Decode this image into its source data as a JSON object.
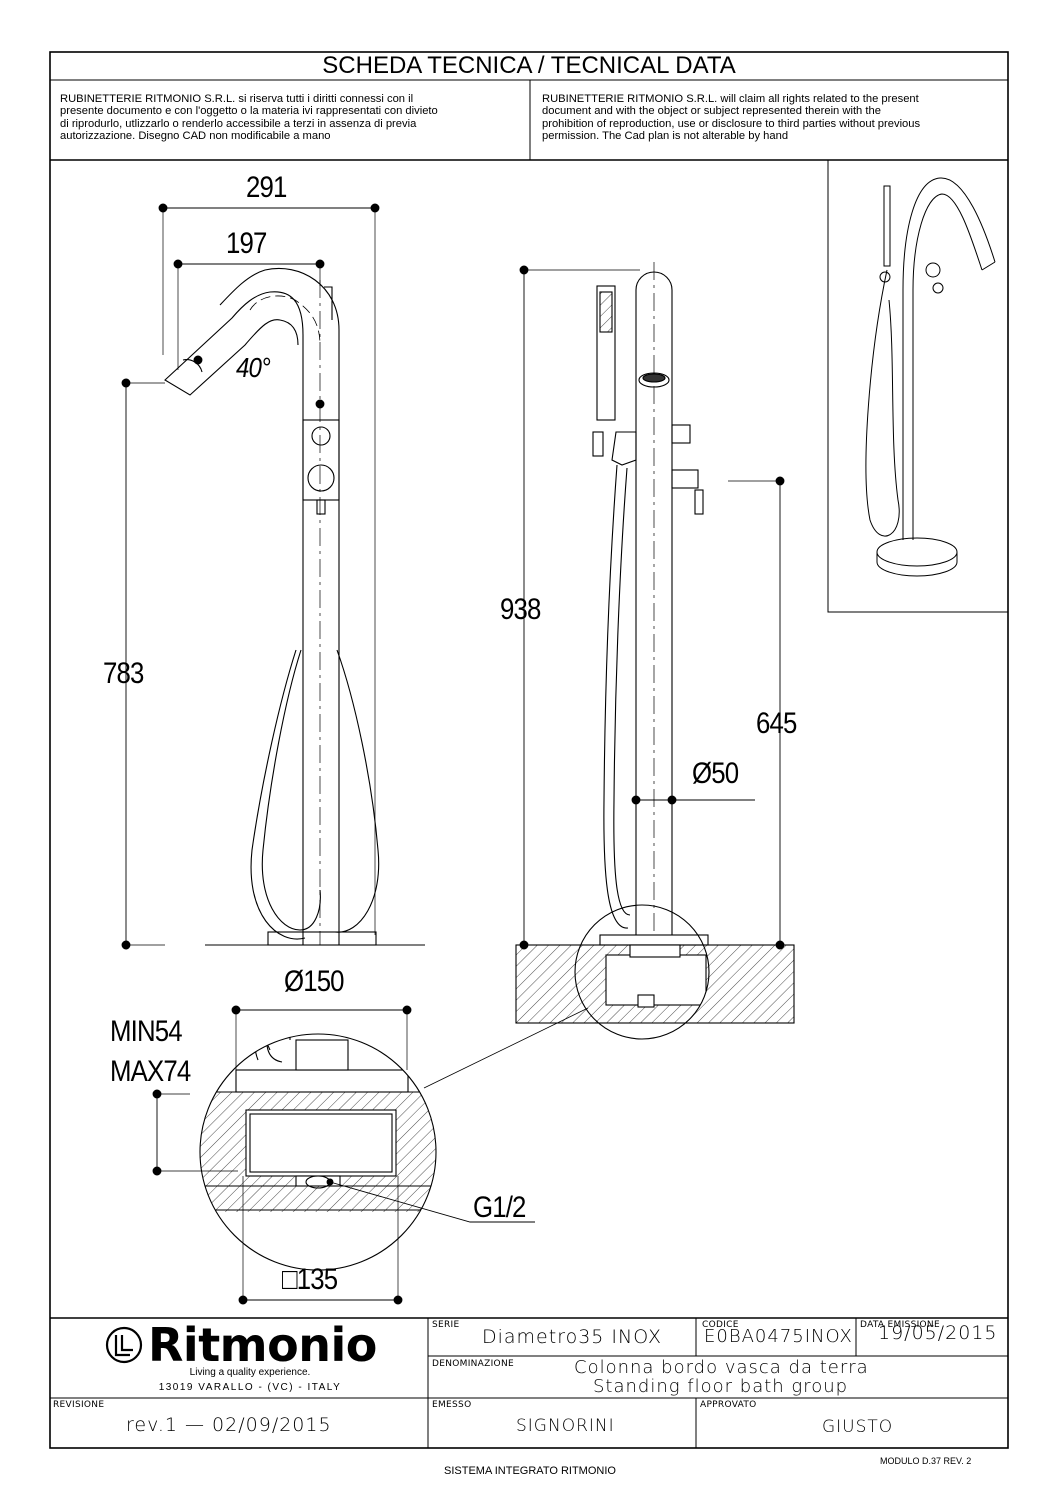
{
  "header": {
    "title": "SCHEDA TECNICA / TECNICAL DATA",
    "disclaimer_it": [
      "RUBINETTERIE RITMONIO S.R.L. si riserva tutti i diritti connessi con il",
      "presente documento e con l'oggetto o la materia ivi rappresentati con divieto",
      "di riprodurlo, utlizzarlo o renderlo accessibile a terzi in assenza di previa",
      "autorizzazione. Disegno CAD non modificabile a mano"
    ],
    "disclaimer_en": [
      "RUBINETTERIE RITMONIO S.R.L. will claim all rights related to the present",
      "document and with the object or subject represented therein with the",
      "prohibition  of reproduction, use or disclosure to third parties without previous",
      "permission.  The Cad plan is not alterable by hand"
    ]
  },
  "dimensions": {
    "overall_width": "291",
    "spout_reach": "197",
    "spout_angle": "40°",
    "spout_height": "783",
    "total_height": "938",
    "mixer_height": "645",
    "column_diameter": "Ø50",
    "base_diameter": "Ø150",
    "install_depth_min": "MIN54",
    "install_depth_max": "MAX74",
    "thread": "G1/2",
    "box_size": "□135"
  },
  "title_block": {
    "brand": "Ritmonio",
    "tagline": "Living a quality experience.",
    "address": "13019 VARALLO - (VC) - ITALY",
    "serie_label": "SERIE",
    "serie": "Diametro35 INOX",
    "codice_label": "CODICE",
    "codice": "E0BA0475INOX",
    "data_label": "DATA  EMISSIONE",
    "data": "19/05/2015",
    "denominazione_label": "DENOMINAZIONE",
    "denominazione_it": "Colonna bordo vasca da terra",
    "denominazione_en": "Standing floor bath group",
    "revisione_label": "REVISIONE",
    "revisione": "rev.1 — 02/09/2015",
    "emesso_label": "EMESSO",
    "emesso": "SIGNORINI",
    "approvato_label": "APPROVATO",
    "approvato": "GIUSTO"
  },
  "footer": {
    "modulo": "MODULO D.37 REV. 2",
    "sistema": "SISTEMA INTEGRATO RITMONIO"
  }
}
